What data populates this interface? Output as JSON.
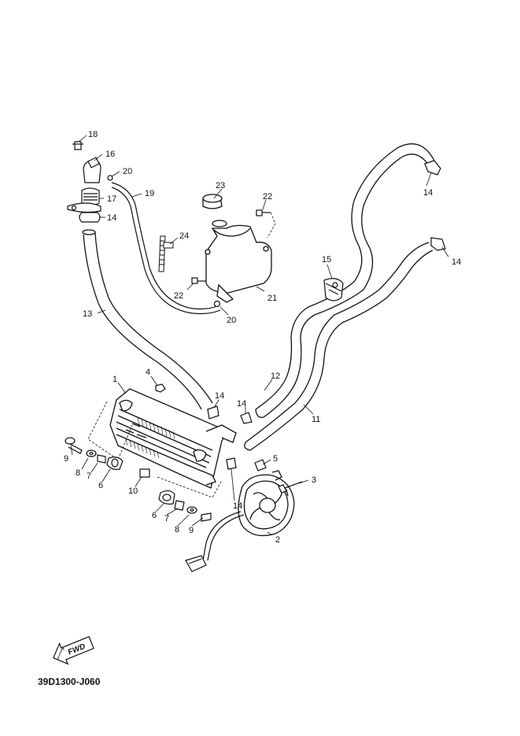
{
  "diagram_code": "39D1300-J060",
  "fwd_label": "FWD",
  "callouts": {
    "c18": "18",
    "c16": "16",
    "c20a": "20",
    "c19": "19",
    "c17": "17",
    "c14a": "14",
    "c23": "23",
    "c22a": "22",
    "c24": "24",
    "c14b": "14",
    "c15": "15",
    "c14c": "14",
    "c13": "13",
    "c22b": "22",
    "c21": "21",
    "c20b": "20",
    "c1": "1",
    "c4": "4",
    "c14d": "14",
    "c14e": "14",
    "c12": "12",
    "c11": "11",
    "c9a": "9",
    "c8a": "8",
    "c7a": "7",
    "c6a": "6",
    "c10": "10",
    "c5": "5",
    "c14f": "14",
    "c3": "3",
    "c6b": "6",
    "c7b": "7",
    "c8b": "8",
    "c9b": "9",
    "c2": "2"
  },
  "colors": {
    "line": "#111111",
    "background": "#ffffff"
  }
}
